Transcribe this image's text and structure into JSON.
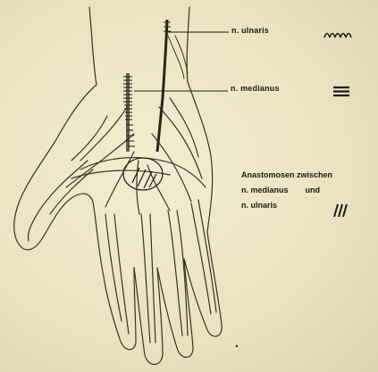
{
  "labels": {
    "ulnaris": "n. ulnaris",
    "medianus": "n. medianus",
    "anastomosen_line1": "Anastomosen zwischen",
    "anastomosen_line2a": "n. medianus",
    "anastomosen_line2b": "und",
    "anastomosen_line3": "n. ulnaris"
  },
  "legend_symbols": {
    "ulnaris": "wavy-hatch-icon",
    "medianus": "horizontal-hatch-icon",
    "anastomosen": "diagonal-hatch-icon"
  },
  "colors": {
    "background": "#efe7c7",
    "ink": "#1f1a12"
  }
}
